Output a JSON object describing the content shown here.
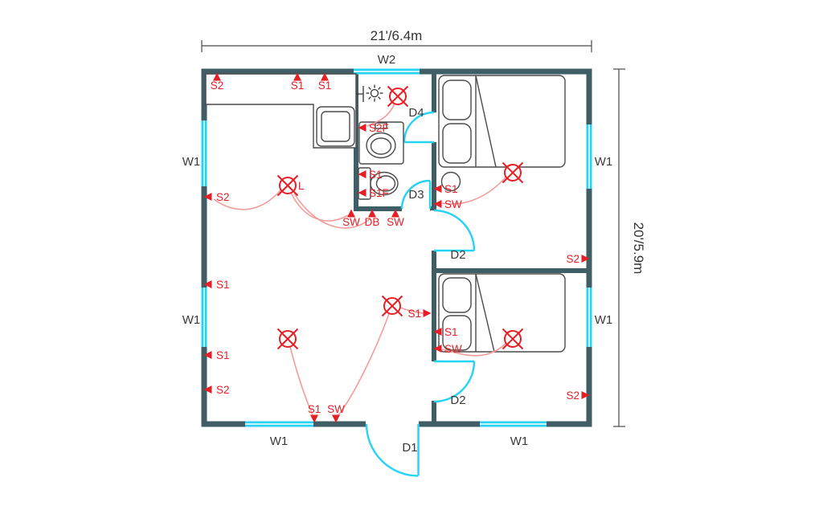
{
  "plan": {
    "dimension_width": "21'/6.4m",
    "dimension_height": "20'/5.9m"
  },
  "windows": {
    "w1": "W1",
    "w2": "W2"
  },
  "doors": {
    "d1": "D1",
    "d2": "D2",
    "d3": "D3",
    "d4": "D4"
  },
  "electrical": {
    "s1": "S1",
    "s2": "S2",
    "s1f": "S1F",
    "s2f": "S2F",
    "sw": "SW",
    "db": "DB",
    "l": "L"
  },
  "colors": {
    "wall": "#3f5e66",
    "opening": "#27d3f4",
    "symbol": "#e81e24",
    "wire": "#f49c9a",
    "furniture": "#4a4a4a",
    "text_dark": "#3a3a3a",
    "background": "#ffffff"
  }
}
